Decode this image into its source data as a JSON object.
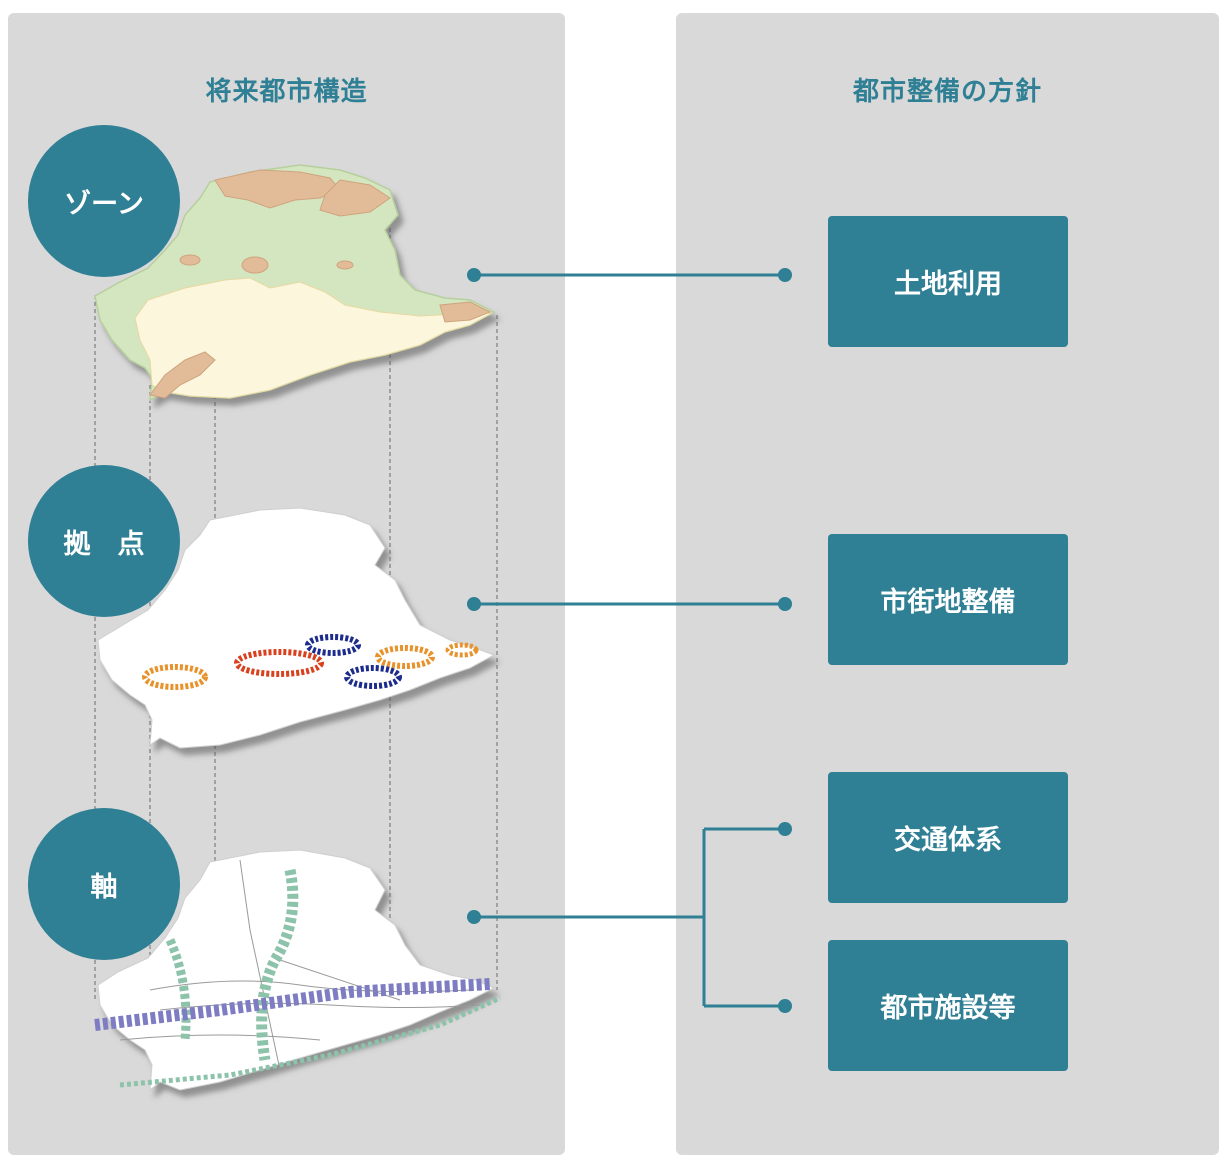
{
  "left_panel": {
    "title": "将来都市構造"
  },
  "right_panel": {
    "title": "都市整備の方針"
  },
  "layers": [
    {
      "label": "ゾーン"
    },
    {
      "label": "拠　点"
    },
    {
      "label": "軸"
    }
  ],
  "policies": [
    {
      "label": "土地利用"
    },
    {
      "label": "市街地整備"
    },
    {
      "label": "交通体系"
    },
    {
      "label": "都市施設等"
    }
  ],
  "colors": {
    "accent": "#2f7f95",
    "panel": "#d9d9d9",
    "zone_green": "#d3e6bf",
    "zone_yellow": "#fbf6dc",
    "zone_tan": "#e2bc98",
    "hub_orange": "#e8922c",
    "hub_red": "#d8401e",
    "hub_navy": "#1c2b8c",
    "axis_purple": "#7e7dc4",
    "axis_teal": "#8cc3aa"
  }
}
